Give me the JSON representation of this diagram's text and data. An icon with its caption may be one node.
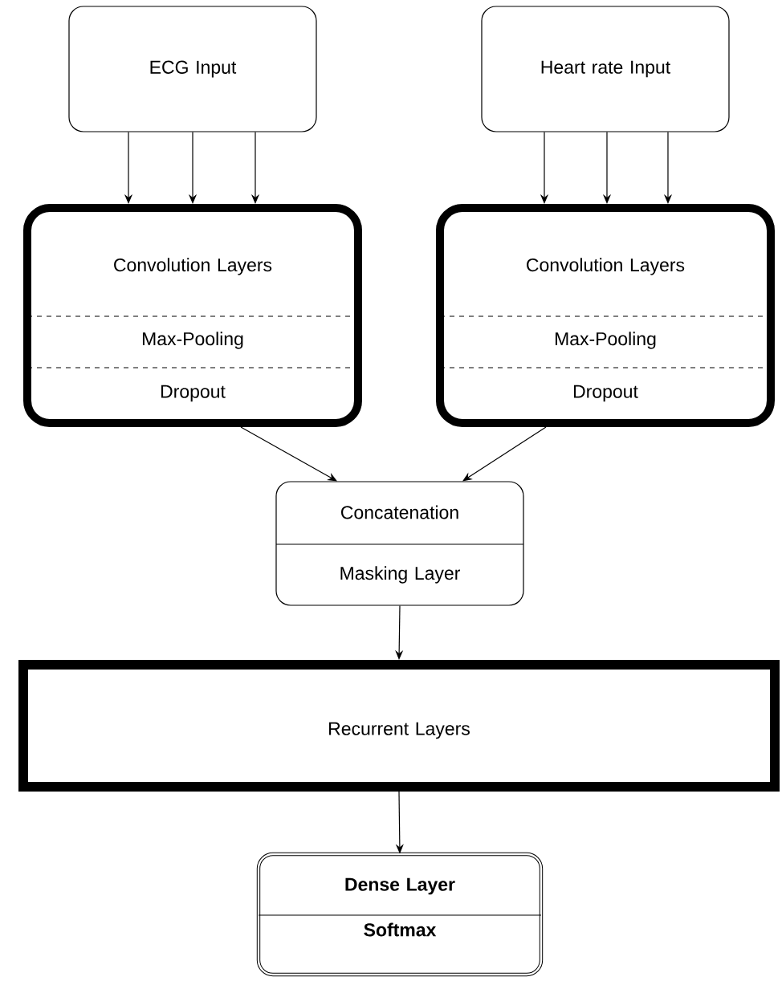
{
  "diagram": {
    "nodes": [
      {
        "text": [
          "ECG Input"
        ]
      },
      {
        "text": [
          "Heart rate Input"
        ]
      },
      {
        "text": [
          "Convolution Layers",
          "Max-Pooling",
          "Dropout"
        ]
      },
      {
        "text": [
          "Convolution Layers",
          "Max-Pooling",
          "Dropout"
        ]
      },
      {
        "text": [
          "Concatenation",
          "Masking Layer"
        ]
      },
      {
        "text": [
          "Recurrent Layers"
        ]
      },
      {
        "text": [
          "Dense Layer",
          "Softmax"
        ]
      }
    ],
    "edges": [
      {
        "from": 0,
        "to": 2,
        "arrow": "to"
      },
      {
        "from": 0,
        "to": 2,
        "arrow": "to"
      },
      {
        "from": 0,
        "to": 2,
        "arrow": "to"
      },
      {
        "from": 1,
        "to": 3,
        "arrow": "to"
      },
      {
        "from": 1,
        "to": 3,
        "arrow": "to"
      },
      {
        "from": 1,
        "to": 3,
        "arrow": "to"
      },
      {
        "from": 2,
        "to": 4,
        "arrow": "to"
      },
      {
        "from": 3,
        "to": 4,
        "arrow": "to"
      },
      {
        "from": 4,
        "to": 5,
        "arrow": "to"
      },
      {
        "from": 5,
        "to": 6,
        "arrow": "to"
      }
    ]
  }
}
